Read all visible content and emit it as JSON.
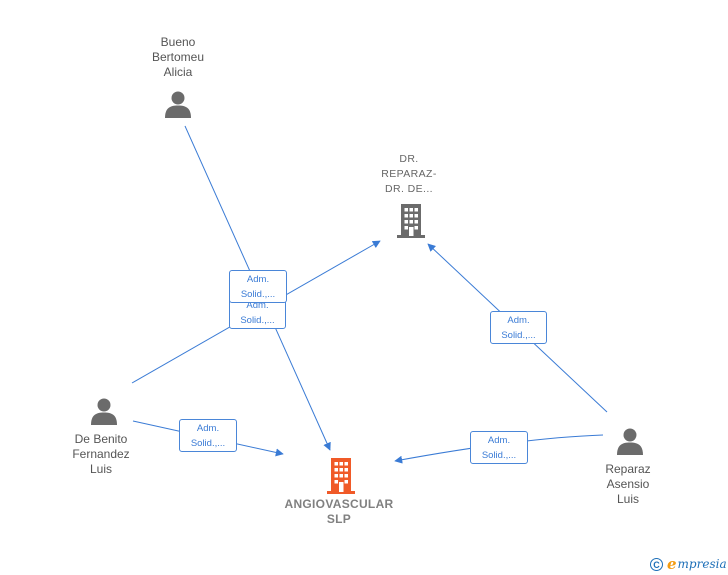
{
  "graph": {
    "nodes": {
      "bueno": {
        "name": "Bueno\nBertomeu\nAlicia",
        "kind": "person"
      },
      "dr_reparaz": {
        "name": "DR.\nREPARAZ-\nDR. DE...",
        "kind": "company"
      },
      "de_benito": {
        "name": "De Benito\nFernandez\nLuis",
        "kind": "person"
      },
      "reparaz": {
        "name": "Reparaz\nAsensio\nLuis",
        "kind": "person"
      },
      "angiovascular": {
        "name": "ANGIOVASCULAR\nSLP",
        "kind": "company-main"
      }
    },
    "edges": [
      {
        "id": "bueno-angio",
        "label": "Adm.\nSolid.,..."
      },
      {
        "id": "debenito-dr",
        "label": "Adm.\nSolid.,..."
      },
      {
        "id": "reparaz-dr",
        "label": "Adm.\nSolid.,..."
      },
      {
        "id": "debenito-angio",
        "label": "Adm.\nSolid.,..."
      },
      {
        "id": "reparaz-angio",
        "label": "Adm.\nSolid.,..."
      }
    ]
  },
  "colors": {
    "edge": "#3a7bd5",
    "person_icon": "#6b6b6b",
    "company_icon": "#6b6b6b",
    "main_company_icon": "#f05a28"
  },
  "footer": {
    "copyright_symbol": "C",
    "brand_initial": "e",
    "brand_rest": "mpresia"
  }
}
